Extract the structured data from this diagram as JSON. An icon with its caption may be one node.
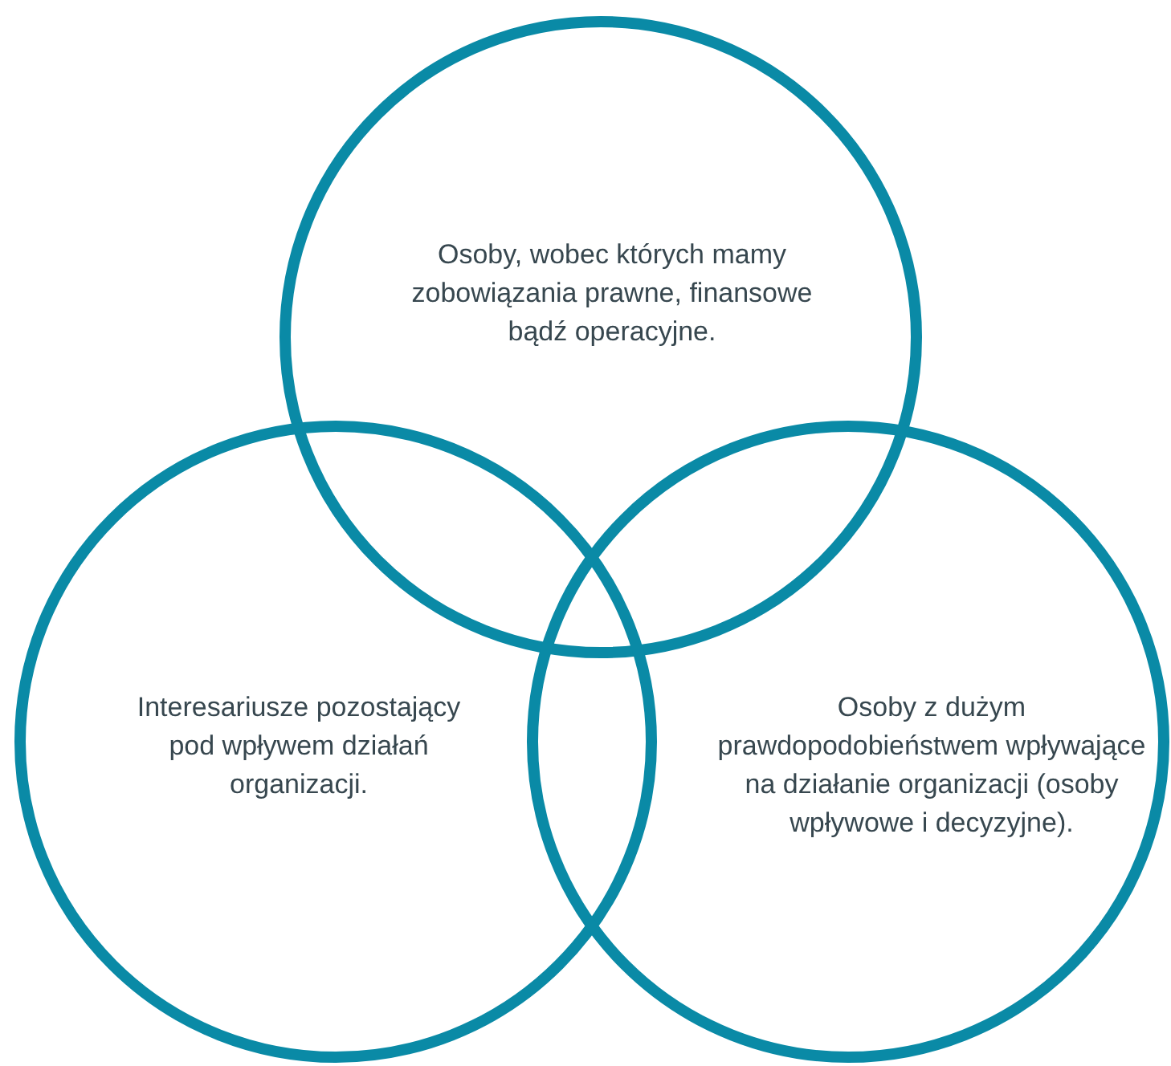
{
  "diagram": {
    "nodes": [
      {
        "text": [
          "Osoby, wobec których mamy zobowiązania prawne, finansowe bądź operacyjne."
        ]
      },
      {
        "text": [
          "Interesariusze pozostający pod wpływem działań organizacji."
        ]
      },
      {
        "text": [
          "Osoby z dużym prawdopodobieństwem wpływające na działanie organizacji (osoby wpływowe i decyzyjne)."
        ]
      }
    ]
  }
}
